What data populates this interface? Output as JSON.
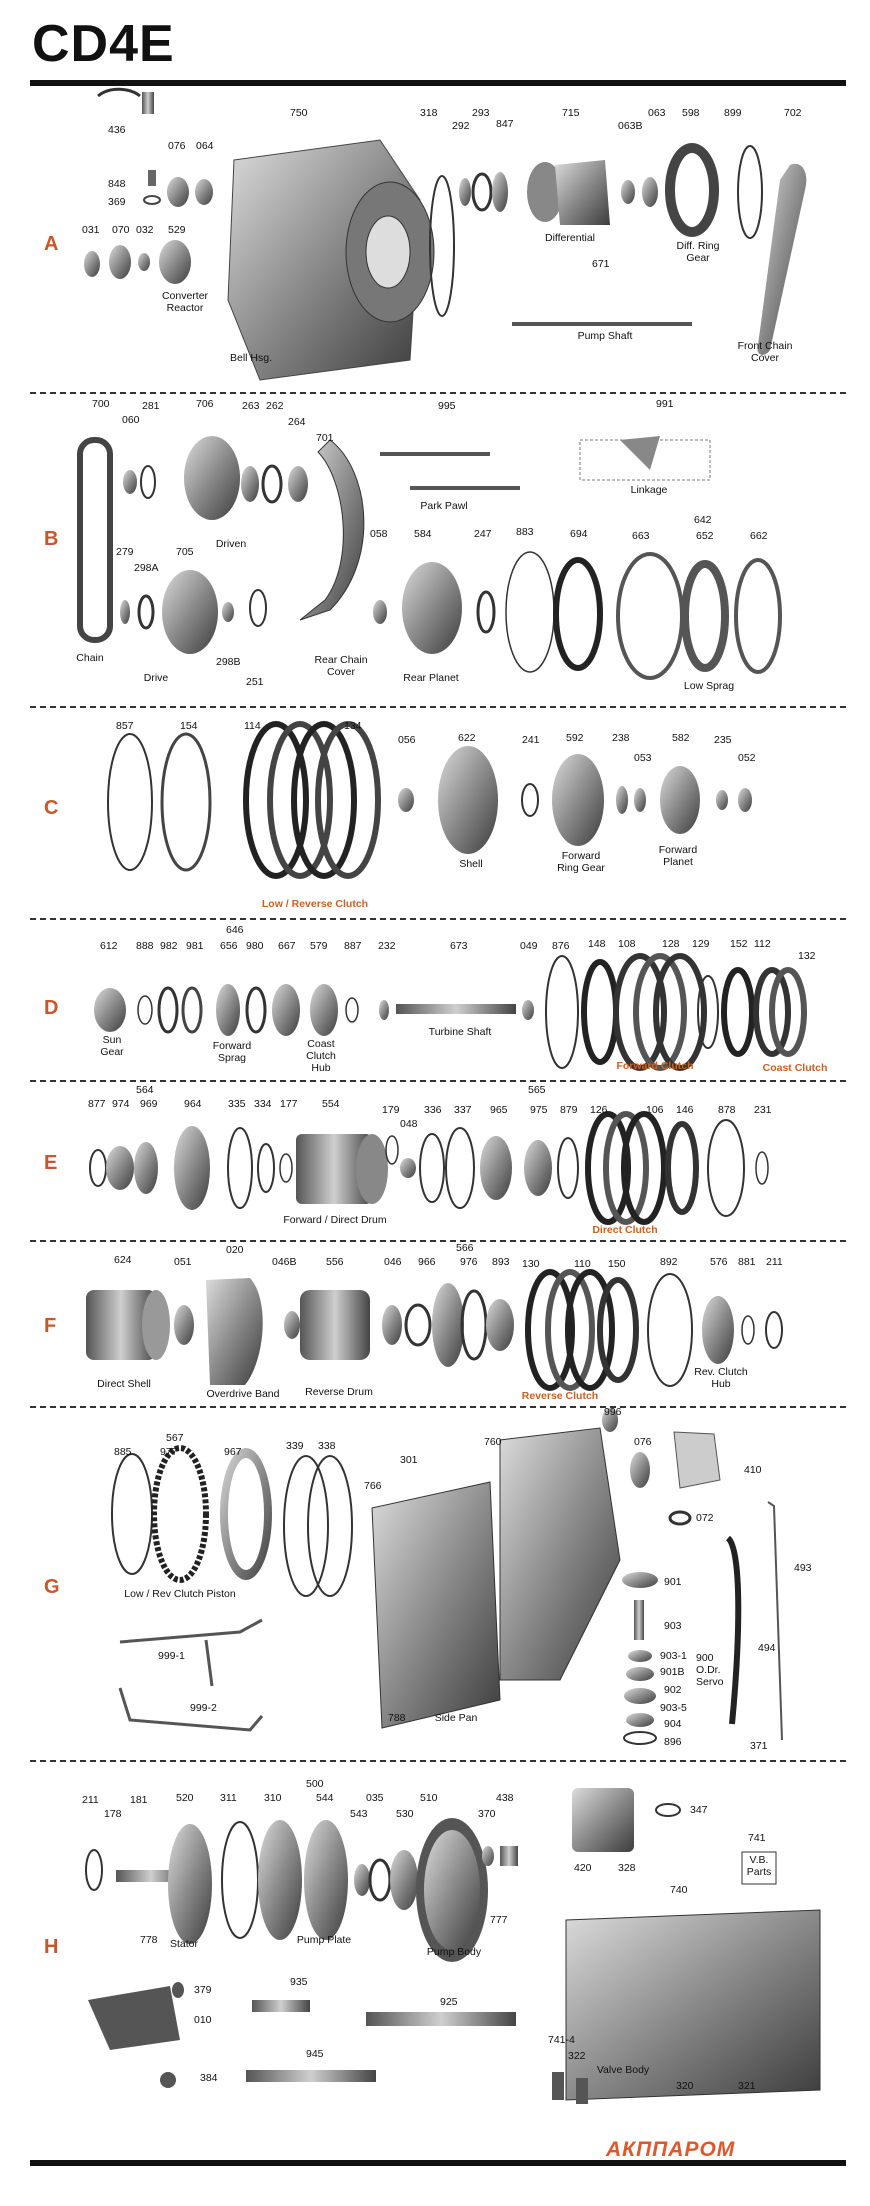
{
  "title": "CD4E",
  "logo": "АКППАРОМ",
  "section_letters": [
    "A",
    "B",
    "C",
    "D",
    "E",
    "F",
    "G",
    "H"
  ],
  "sections": {
    "A": {
      "numbers": [
        "436",
        "750",
        "318",
        "292",
        "293",
        "847",
        "715",
        "063B",
        "063",
        "598",
        "899",
        "702",
        "076",
        "064",
        "848",
        "369",
        "031",
        "070",
        "032",
        "529",
        "671"
      ],
      "names": [
        "Converter\nReactor",
        "Bell Hsg.",
        "Differential",
        "Diff. Ring\nGear",
        "Pump Shaft",
        "Front Chain\nCover"
      ]
    },
    "B": {
      "numbers": [
        "700",
        "060",
        "281",
        "706",
        "263",
        "262",
        "264",
        "701",
        "995",
        "991",
        "279",
        "298A",
        "705",
        "298B",
        "251",
        "058",
        "584",
        "247",
        "883",
        "694",
        "642",
        "663",
        "652",
        "662"
      ],
      "names": [
        "Driven",
        "Park Pawl",
        "Linkage",
        "Chain",
        "Drive",
        "Rear Chain\nCover",
        "Rear Planet",
        "Low Sprag"
      ]
    },
    "C": {
      "numbers": [
        "857",
        "154",
        "114",
        "134",
        "056",
        "622",
        "241",
        "592",
        "238",
        "053",
        "582",
        "235",
        "052"
      ],
      "names": [
        "Shell",
        "Forward\nRing Gear",
        "Forward\nPlanet"
      ],
      "highlight": "Low / Reverse Clutch"
    },
    "D": {
      "numbers": [
        "646",
        "612",
        "888",
        "982",
        "981",
        "656",
        "980",
        "667",
        "579",
        "887",
        "232",
        "673",
        "049",
        "876",
        "148",
        "108",
        "128",
        "129",
        "152",
        "112",
        "132"
      ],
      "names": [
        "Sun\nGear",
        "Forward\nSprag",
        "Coast\nClutch\nHub",
        "Turbine Shaft"
      ],
      "highlight1": "Forward Clutch",
      "highlight2": "Coast Clutch"
    },
    "E": {
      "numbers": [
        "564",
        "877",
        "974",
        "969",
        "964",
        "335",
        "334",
        "177",
        "554",
        "179",
        "048",
        "336",
        "337",
        "565",
        "965",
        "975",
        "879",
        "126",
        "106",
        "146",
        "878",
        "231"
      ],
      "names": [
        "Forward / Direct Drum"
      ],
      "highlight": "Direct Clutch"
    },
    "F": {
      "numbers": [
        "020",
        "624",
        "051",
        "046B",
        "556",
        "046",
        "566",
        "966",
        "976",
        "893",
        "130",
        "110",
        "150",
        "892",
        "576",
        "881",
        "211"
      ],
      "names": [
        "Direct Shell",
        "Overdrive Band",
        "Reverse Drum",
        "Rev. Clutch\nHub"
      ],
      "highlight": "Reverse Clutch"
    },
    "G": {
      "numbers": [
        "567",
        "885",
        "977",
        "967",
        "339",
        "338",
        "301",
        "760",
        "996",
        "076",
        "410",
        "766",
        "072",
        "493",
        "901",
        "903",
        "903-1",
        "901B",
        "902",
        "903-5",
        "904",
        "896",
        "999-1",
        "999-2",
        "788",
        "371",
        "494"
      ],
      "names": [
        "Low / Rev Clutch Piston",
        "Side Pan",
        "900\nO.Dr.\nServo"
      ]
    },
    "H": {
      "numbers": [
        "500",
        "211",
        "178",
        "181",
        "520",
        "311",
        "310",
        "544",
        "035",
        "510",
        "438",
        "543",
        "530",
        "370",
        "347",
        "741",
        "740",
        "420",
        "328",
        "778",
        "777",
        "379",
        "010",
        "384",
        "935",
        "925",
        "945",
        "741-4",
        "322",
        "320",
        "321"
      ],
      "names": [
        "Stator",
        "Pump Plate",
        "Pump Body",
        "V.B.\nParts",
        "Valve Body"
      ]
    }
  },
  "colors": {
    "accent": "#d35f1e",
    "letter": "#c9572a",
    "text": "#111111",
    "rule": "#111111"
  }
}
